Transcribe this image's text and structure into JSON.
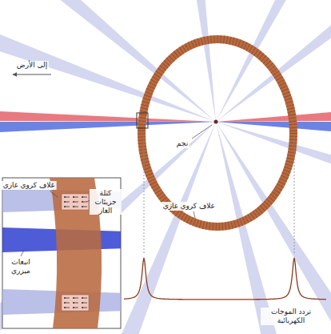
{
  "diagram": {
    "labels": [
      "إلى الأرض",
      "نجم",
      "غلاف كروي غازي",
      "كتلة جزيئات الغاز",
      "انبعاث ميزري",
      "غلاف كروي غازي",
      "تردد الموجات الكهربائية"
    ]
  }
}
